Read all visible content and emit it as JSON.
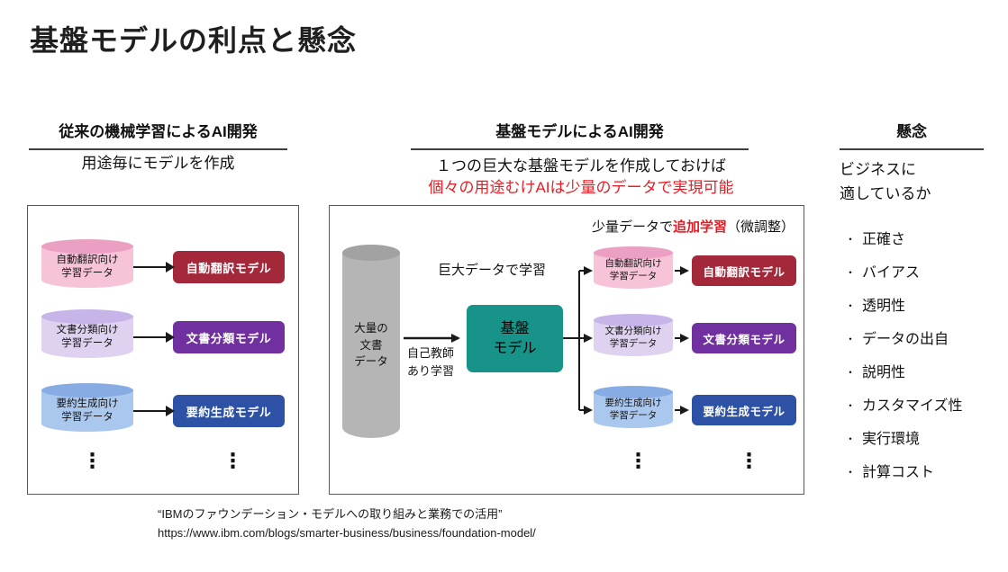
{
  "title": "基盤モデルの利点と懸念",
  "left": {
    "heading": "従来の機械学習によるAI開発",
    "subheading": "用途毎にモデルを作成",
    "rows": [
      {
        "data_line1": "自動翻訳向け",
        "data_line2": "学習データ",
        "model": "自動翻訳モデル"
      },
      {
        "data_line1": "文書分類向け",
        "data_line2": "学習データ",
        "model": "文書分類モデル"
      },
      {
        "data_line1": "要約生成向け",
        "data_line2": "学習データ",
        "model": "要約生成モデル"
      }
    ],
    "ellipsis": "⋮"
  },
  "center": {
    "heading": "基盤モデルによるAI開発",
    "subheading": "１つの巨大な基盤モデルを作成しておけば",
    "subheading_red": "個々の用途むけAIは少量のデータで実現可能",
    "finetune": {
      "prefix": "少量データで",
      "highlight": "追加学習",
      "suffix": "（微調整）"
    },
    "big_data": {
      "line1": "大量の",
      "line2": "文書",
      "line3": "データ"
    },
    "train_label": "巨大データで学習",
    "self_supervised": {
      "line1": "自己教師",
      "line2": "あり学習"
    },
    "foundation": {
      "line1": "基盤",
      "line2": "モデル"
    },
    "rows": [
      {
        "data_line1": "自動翻訳向け",
        "data_line2": "学習データ",
        "model": "自動翻訳モデル"
      },
      {
        "data_line1": "文書分類向け",
        "data_line2": "学習データ",
        "model": "文書分類モデル"
      },
      {
        "data_line1": "要約生成向け",
        "data_line2": "学習データ",
        "model": "要約生成モデル"
      }
    ],
    "ellipsis": "⋮"
  },
  "right": {
    "heading": "懸念",
    "subheading_line1": "ビジネスに",
    "subheading_line2": "適しているか",
    "bullet": "・",
    "items": [
      "正確さ",
      "バイアス",
      "透明性",
      "データの出自",
      "説明性",
      "カスタマイズ性",
      "実行環境",
      "計算コスト"
    ]
  },
  "footer": {
    "citation": "“IBMのファウンデーション・モデルへの取り組みと業務での活用”",
    "url": "https://www.ibm.com/blogs/smarter-business/business/foundation-model/"
  },
  "colors": {
    "red_model": "#a2283a",
    "purple_model": "#7030a0",
    "blue_model": "#2d52a5",
    "teal_foundation": "#17938a",
    "pink_cylinder": "#f6c3d8",
    "lavender_cylinder": "#ded2f0",
    "blue_cylinder": "#aac7ee",
    "gray_cylinder": "#b5b5b5",
    "accent_red_text": "#e81c24"
  }
}
